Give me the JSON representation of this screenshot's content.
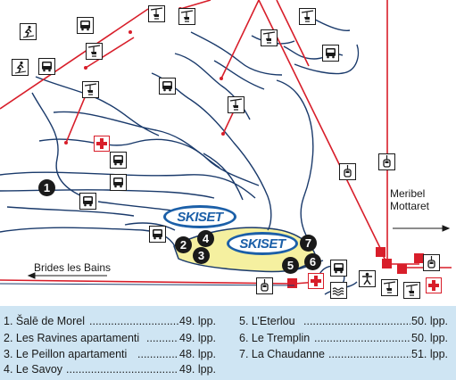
{
  "map": {
    "places": {
      "meribel_1": "Meribel",
      "meribel_2": "Mottaret",
      "brides": "Brides les Bains"
    },
    "logo_text": "SKISET",
    "markers": [
      "1",
      "2",
      "3",
      "4",
      "5",
      "6",
      "7"
    ],
    "colors": {
      "piste": "#1a3a6b",
      "lift": "#d81e2a",
      "zone": "#f5f0a0",
      "logo": "#1b5fa8",
      "legend_bg": "#cfe5f3"
    }
  },
  "legend": {
    "items": [
      {
        "name": "1. Šalē de Morel",
        "value": "49. lpp."
      },
      {
        "name": "2. Les Ravines apartamenti",
        "value": "49. lpp."
      },
      {
        "name": "3. Le Peillon apartamenti",
        "value": "48. lpp."
      },
      {
        "name": "4. Le Savoy",
        "value": "49. lpp."
      },
      {
        "name": "5. L’Eterlou",
        "value": "50. lpp."
      },
      {
        "name": "6. Le Tremplin",
        "value": "50. lpp."
      },
      {
        "name": "7. La Chaudanne",
        "value": "51. lpp."
      }
    ]
  }
}
